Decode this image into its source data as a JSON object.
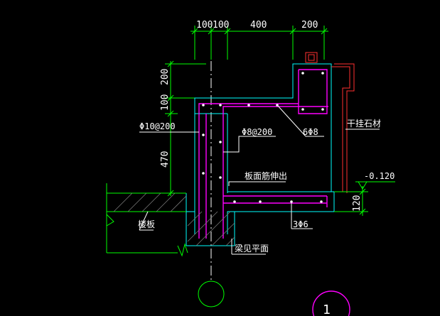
{
  "dimensions": {
    "top": [
      "100",
      "100",
      "400",
      "200"
    ],
    "left": [
      "200",
      "100",
      "470"
    ],
    "right_height": "120"
  },
  "labels": {
    "rebar_left": "Φ10@200",
    "rebar_mid": "Φ8@200",
    "rebar_corner": "6Φ8",
    "slab_extend": "板面筋伸出",
    "dry_stone": "干挂石材",
    "elevation": "-0.120",
    "floor_slab": "楼板",
    "bottom_bars": "3Φ6",
    "beam_ref": "梁见平面",
    "axis_number": "1"
  },
  "colors": {
    "dimension_lines": "#00ff00",
    "concrete_outline": "#00ffff",
    "rebar": "#ff00ff",
    "stone_cladding": "#ff3030",
    "axis_circle_highlight": "#ff00ff"
  }
}
